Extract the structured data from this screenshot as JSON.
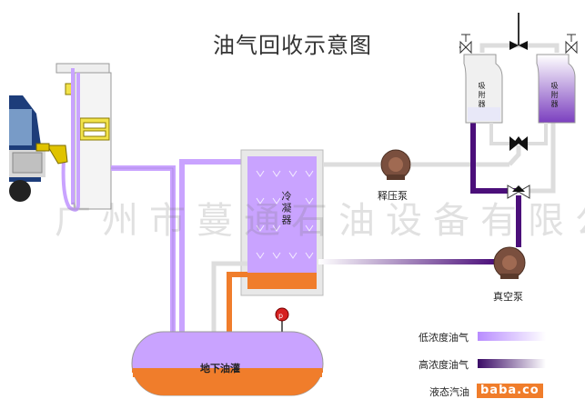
{
  "title": "油气回收示意图",
  "watermark": "广州市蔓通石油设备有限公司",
  "labels": {
    "condenser": "冷凝器",
    "release_pump": "释压泵",
    "vacuum_pump": "真空泵",
    "tank": "地下油灌",
    "absorber_left": "吸附器",
    "absorber_right": "吸附器"
  },
  "legend": [
    {
      "text": "低浓度油气",
      "color": "#c9a3ff"
    },
    {
      "text": "高浓度油气",
      "color": "#4b0f7a"
    },
    {
      "text": "液态汽油",
      "color": "#f07d2b"
    }
  ],
  "logo_text": "baba.co",
  "colors": {
    "low_gas": "#c9a3ff",
    "high_gas": "#4b0f7a",
    "liquid": "#f07d2b",
    "pipe": "#e6e6e6"
  }
}
